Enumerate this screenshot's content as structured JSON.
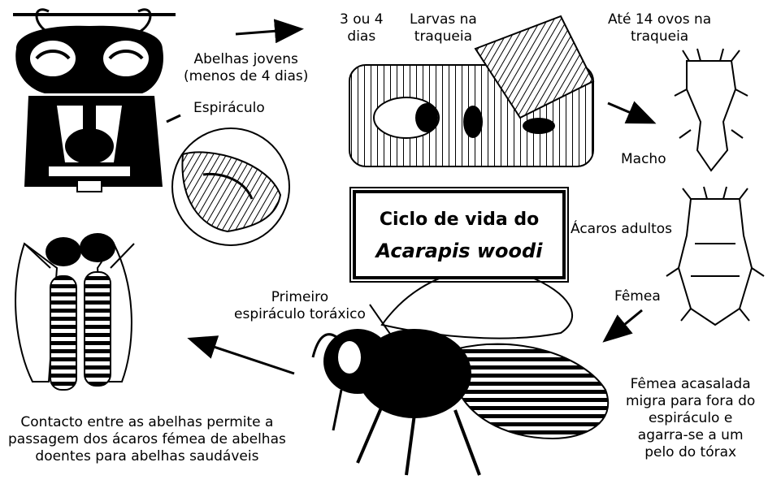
{
  "title": {
    "line1": "Ciclo de vida do",
    "line2": "Acarapis woodi"
  },
  "labels": {
    "young_bees": [
      "Abelhas jovens",
      "(menos de 4 dias)"
    ],
    "spiracle": "Espiráculo",
    "days": [
      "3 ou 4",
      "dias"
    ],
    "larvae": [
      "Larvas na",
      "traqueia"
    ],
    "eggs": [
      "Até 14 ovos na",
      "traqueia"
    ],
    "male": "Macho",
    "adult_mites": "Ácaros adultos",
    "female": "Fêmea",
    "first_spiracle": [
      "Primeiro",
      "espiráculo toráxico"
    ],
    "mated_female": [
      "Fêmea acasalada",
      "migra para fora do",
      "espiráculo e",
      "agarra-se a um",
      "pelo do tórax"
    ],
    "contact": [
      "Contacto entre as abelhas permite a",
      "passagem dos ácaros fémea de abelhas",
      "doentes para abelhas saudáveis"
    ]
  }
}
